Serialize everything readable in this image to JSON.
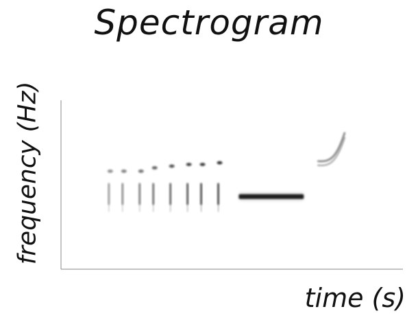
{
  "chart_data": {
    "type": "heatmap",
    "title": "Spectrogram",
    "xlabel": "time (s)",
    "ylabel": "frequency (Hz)",
    "grid": false,
    "legend": "none",
    "tick_labels": false,
    "ink_color": "#111111",
    "segments": [
      {
        "kind": "pulse",
        "t": 0.14,
        "f0": 0.42,
        "harm": 0.58,
        "strength": 0.3
      },
      {
        "kind": "pulse",
        "t": 0.18,
        "f0": 0.42,
        "harm": 0.58,
        "strength": 0.4
      },
      {
        "kind": "pulse",
        "t": 0.23,
        "f0": 0.42,
        "harm": 0.58,
        "strength": 0.5
      },
      {
        "kind": "pulse",
        "t": 0.27,
        "f0": 0.42,
        "harm": 0.6,
        "strength": 0.6
      },
      {
        "kind": "pulse",
        "t": 0.32,
        "f0": 0.42,
        "harm": 0.61,
        "strength": 0.7
      },
      {
        "kind": "pulse",
        "t": 0.37,
        "f0": 0.42,
        "harm": 0.62,
        "strength": 0.8
      },
      {
        "kind": "pulse",
        "t": 0.41,
        "f0": 0.42,
        "harm": 0.62,
        "strength": 0.85
      },
      {
        "kind": "pulse",
        "t": 0.46,
        "f0": 0.42,
        "harm": 0.63,
        "strength": 0.9
      },
      {
        "kind": "tone",
        "t_start": 0.52,
        "t_end": 0.71,
        "f": 0.43,
        "strength": 1.0
      },
      {
        "kind": "chirp",
        "t_start": 0.75,
        "t_end": 0.83,
        "f_start": 0.64,
        "f_end": 0.81,
        "strength": 0.55
      }
    ]
  }
}
